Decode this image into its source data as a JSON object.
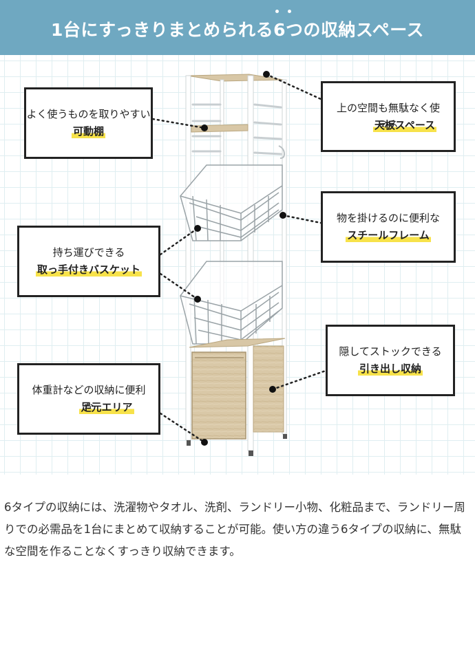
{
  "header": {
    "title": "1台にすっきりまとめられる6つの収納スペース",
    "background": "#6fa8c1"
  },
  "callouts": {
    "movable_shelf": {
      "text": "よく使うものを取りやすい",
      "highlight": "可動棚"
    },
    "top_board": {
      "text": "上の空間も無駄なく使える",
      "highlight": "天板スペース"
    },
    "basket": {
      "text": "持ち運びできる",
      "highlight": "取っ手付きバスケット"
    },
    "frame": {
      "text": "物を掛けるのに便利な",
      "highlight": "スチールフレーム"
    },
    "drawer": {
      "text": "隠してストックできる",
      "highlight": "引き出し収納"
    },
    "foot": {
      "text": "体重計などの収納に便利な",
      "highlight": "足元エリア"
    }
  },
  "colors": {
    "highlight": "#f7e24a",
    "frame": "#ffffff",
    "wood": "#d8c7a6"
  },
  "description": "6タイプの収納には、洗濯物やタオル、洗剤、ランドリー小物、化粧品まで、ランドリー周りでの必需品を1台にまとめて収納することが可能。使い方の違う6タイプの収納に、無駄な空間を作ることなくすっきり収納できます。"
}
